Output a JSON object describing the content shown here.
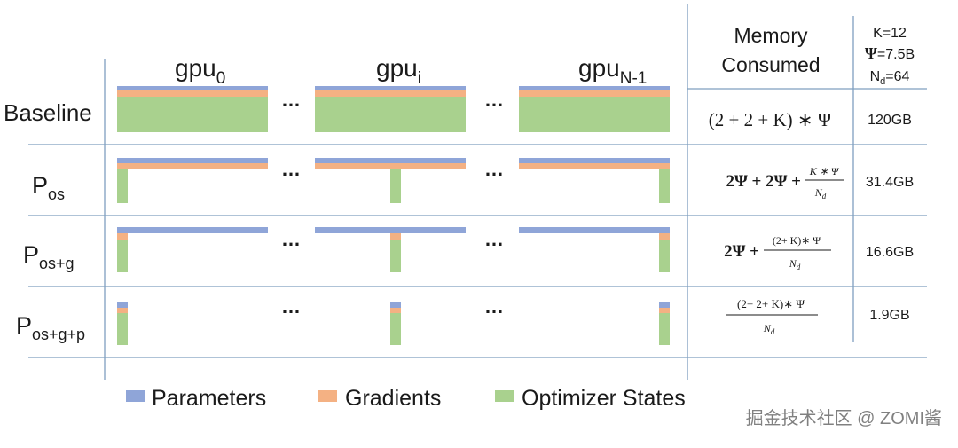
{
  "colors": {
    "parameters": "#8FA5D8",
    "gradients": "#F4B183",
    "optimizer_states": "#A9D18E",
    "grid_line": "#7F9FBF",
    "text": "#1a1a1a"
  },
  "header": {
    "gpus": [
      {
        "base": "gpu",
        "sub": "0"
      },
      {
        "base": "gpu",
        "sub": "i"
      },
      {
        "base": "gpu",
        "sub": "N-1"
      }
    ],
    "memory_title_line1": "Memory",
    "memory_title_line2": "Consumed",
    "k_value": "K=12",
    "psi_symbol": "Ψ",
    "psi_value": "=7.5B",
    "nd_base": "N",
    "nd_sub": "d",
    "nd_value": "=64"
  },
  "ellipsis": "…",
  "rows": [
    {
      "label_base": "Baseline",
      "label_sub": "",
      "formula": {
        "line": "(2 + 2 + K) ∗ Ψ"
      },
      "value": "120GB"
    },
    {
      "label_base": "P",
      "label_sub": "os",
      "formula": {
        "prefix": "2Ψ + 2Ψ +",
        "num": "K ∗ Ψ",
        "den_base": "N",
        "den_sub": "d"
      },
      "value": "31.4GB"
    },
    {
      "label_base": "P",
      "label_sub": "os+g",
      "formula": {
        "prefix": "2Ψ +",
        "num": "(2+ K)∗ Ψ",
        "den_base": "N",
        "den_sub": "d"
      },
      "value": "16.6GB"
    },
    {
      "label_base": "P",
      "label_sub": "os+g+p",
      "formula": {
        "num": "(2+ 2+ K)∗ Ψ",
        "den_base": "N",
        "den_sub": "d"
      },
      "value": "1.9GB"
    }
  ],
  "legend": [
    {
      "label": "Parameters",
      "color_key": "parameters"
    },
    {
      "label": "Gradients",
      "color_key": "gradients"
    },
    {
      "label": "Optimizer States",
      "color_key": "optimizer_states"
    }
  ],
  "watermark": "掘金技术社区 @ ZOMI酱"
}
